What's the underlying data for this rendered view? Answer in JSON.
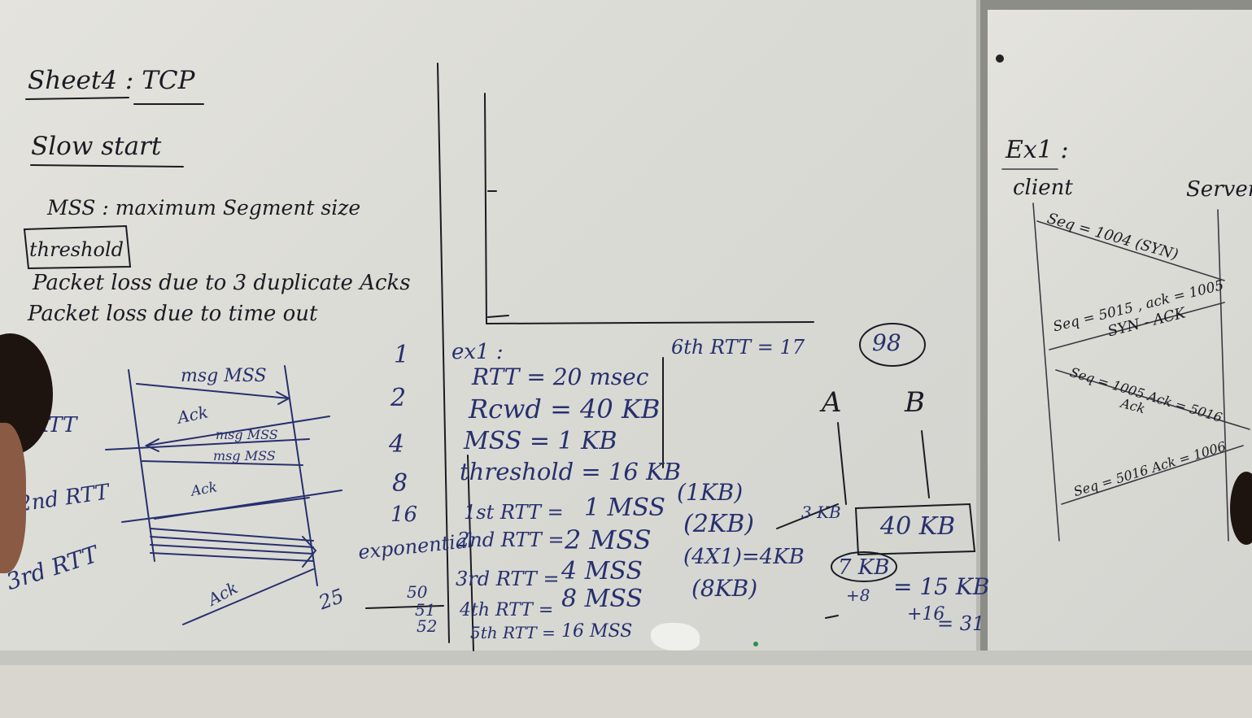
{
  "left_board": {
    "title": "Sheet4 : TCP",
    "subtitle": "Slow start",
    "mss_line": "MSS : maximum Segment size",
    "bullets": [
      "threshold",
      "Packet loss due to 3 duplicate Acks",
      "Packet loss due to time out"
    ],
    "diagram": {
      "rtt_labels": [
        "RTT",
        "2nd RTT",
        "3rd RTT"
      ],
      "arrow_labels": [
        "msg MSS",
        "Ack",
        "msg MSS",
        "msg MSS",
        "Ack",
        "Ack"
      ]
    },
    "column_numbers": [
      "1",
      "2",
      "4",
      "8",
      "16",
      "exponential",
      "25",
      "50",
      "51",
      "52"
    ],
    "ex1": {
      "label": "ex1 :",
      "lines": [
        "RTT = 20 msec",
        "Rcwd = 40 KB",
        "MSS = 1 KB",
        "threshold = 16 KB"
      ],
      "rtt_rows": [
        {
          "label": "1st RTT =",
          "value": "1 MSS",
          "note": "(1KB)"
        },
        {
          "label": "2nd RTT =",
          "value": "2 MSS",
          "note": "(2KB)"
        },
        {
          "label": "3rd RTT =",
          "value": "4 MSS",
          "note": "(4X1)=4KB"
        },
        {
          "label": "4th RTT =",
          "value": "8 MSS",
          "note": "(8KB)"
        },
        {
          "label": "5th RTT =",
          "value": "16 MSS",
          "note": ""
        }
      ],
      "sixth_rtt": "6th RTT = 17",
      "circled": "98",
      "hosts": [
        "A",
        "B"
      ],
      "box_value": "40 KB",
      "side_notes": [
        "3 KB",
        "7 KB",
        "+8",
        "= 15 KB",
        "+16",
        "= 31"
      ]
    }
  },
  "right_board": {
    "title": "Ex1 :",
    "client": "client",
    "server": "Server",
    "messages": [
      "Seq = 1004 (SYN)",
      "Seq = 5015 , ack = 1005",
      "SYN - ACK",
      "Seq = 1005 Ack = 5016",
      "Ack",
      "Seq = 5016   Ack = 1006"
    ]
  }
}
